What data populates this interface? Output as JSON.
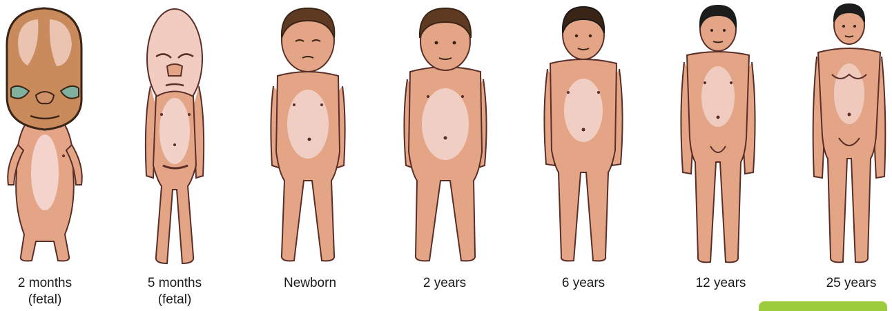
{
  "stages": [
    {
      "id": "2-months-fetal",
      "line1": "2 months",
      "line2": "(fetal)"
    },
    {
      "id": "5-months-fetal",
      "line1": "5 months",
      "line2": "(fetal)"
    },
    {
      "id": "newborn",
      "line1": "Newborn",
      "line2": ""
    },
    {
      "id": "2-years",
      "line1": "2 years",
      "line2": ""
    },
    {
      "id": "6-years",
      "line1": "6 years",
      "line2": ""
    },
    {
      "id": "12-years",
      "line1": "12 years",
      "line2": ""
    },
    {
      "id": "25-years",
      "line1": "25 years",
      "line2": ""
    }
  ],
  "colors": {
    "skin": "#e3a585",
    "skin_light": "#f1ccc0",
    "skin_highlight": "#f4d8d3",
    "skin_warm": "#e9a673",
    "outline": "#5a2e28",
    "hair_dark": "#3a2416",
    "hair_brown": "#5e3a22",
    "hair_black": "#1c1c1c",
    "accent_green": "#9ccc3c"
  }
}
